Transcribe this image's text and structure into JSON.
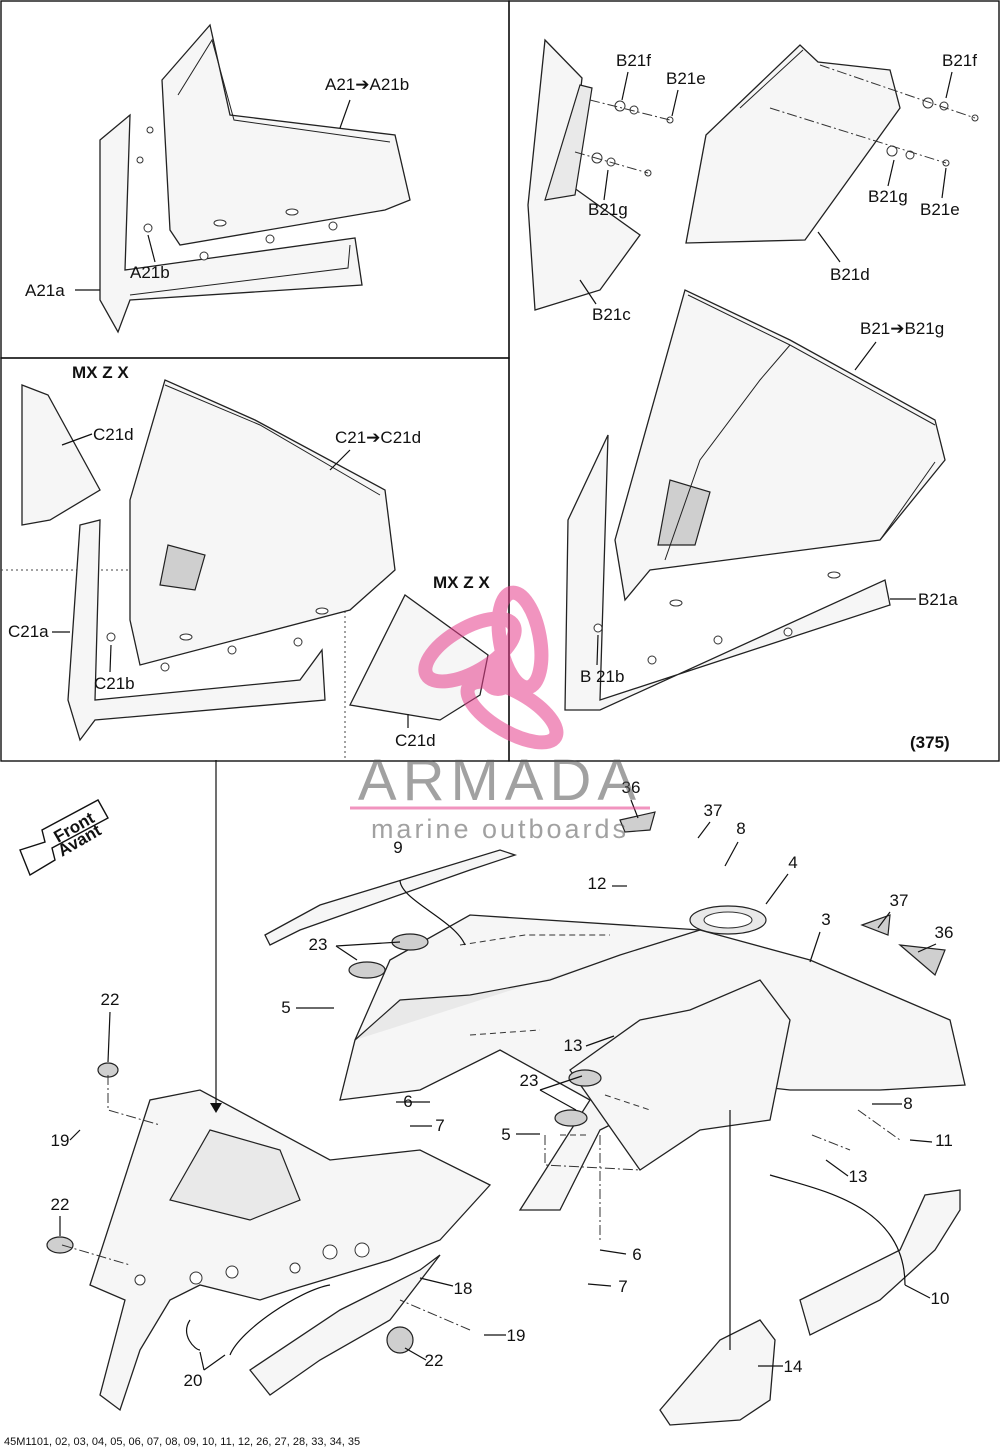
{
  "panels": {
    "a": {
      "labels": [
        "A21➔A21b",
        "A21b",
        "A21a"
      ]
    },
    "b": {
      "labels": [
        "B21f",
        "B21e",
        "B21g",
        "B21c",
        "B21f",
        "B21g",
        "B21e",
        "B21d",
        "B21➔B21g",
        "B21a",
        "B 21b"
      ],
      "model_code": "(375)"
    },
    "c": {
      "model_label": "MX Z X",
      "labels": [
        "C21d",
        "C21➔C21d",
        "C21a",
        "C21b"
      ]
    },
    "c_inset": {
      "model_label": "MX Z X",
      "label": "C21d"
    }
  },
  "front_arrow": {
    "line1": "Front",
    "line2": "Avant"
  },
  "callouts": [
    "36",
    "37",
    "8",
    "9",
    "4",
    "12",
    "3",
    "37",
    "36",
    "23",
    "5",
    "22",
    "13",
    "23",
    "6",
    "7",
    "19",
    "8",
    "5",
    "11",
    "13",
    "22",
    "6",
    "18",
    "7",
    "10",
    "19",
    "20",
    "22",
    "14"
  ],
  "watermark": {
    "brand": "ARMADA",
    "tagline": "marine outboards",
    "color": "#e63e8c"
  },
  "footer": {
    "code": "45M1101, 02, 03, 04, 05, 06, 07, 08, 09, 10, 11, 12, 26, 27, 28, 33, 34, 35"
  }
}
